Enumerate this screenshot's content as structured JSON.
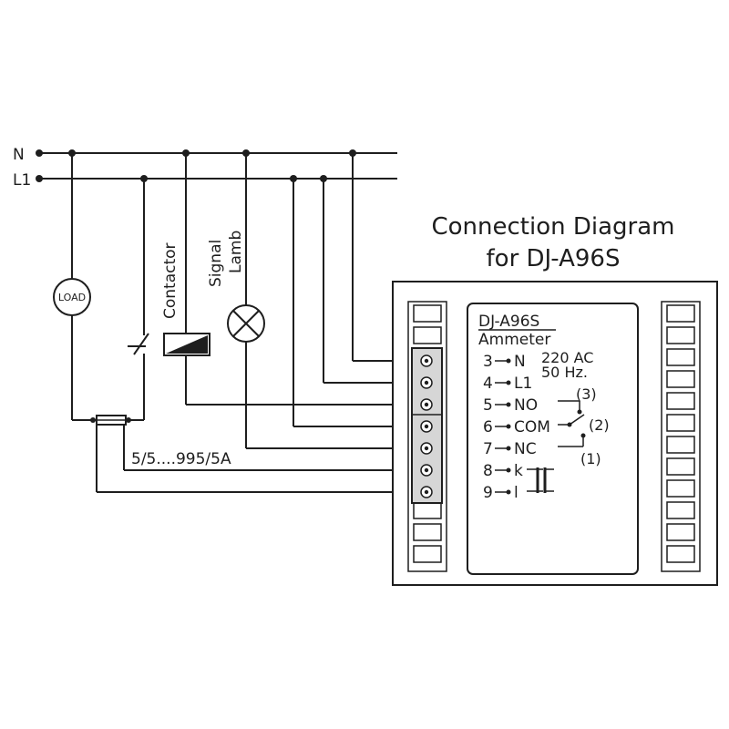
{
  "title": {
    "line1": "Connection Diagram",
    "line2": "for DJ-A96S"
  },
  "lines": {
    "n": "N",
    "l1": "L1"
  },
  "components": {
    "load": "LOAD",
    "contactor": "Contactor",
    "signal": "Signal",
    "lamb": "Lamb",
    "ct_ratio": "5/5....995/5A"
  },
  "device": {
    "model": "DJ-A96S",
    "type": "Ammeter",
    "supply_voltage": "220 AC",
    "supply_freq": "50 Hz.",
    "terminals": [
      {
        "num": "3",
        "name": "N"
      },
      {
        "num": "4",
        "name": "L1"
      },
      {
        "num": "5",
        "name": "NO"
      },
      {
        "num": "6",
        "name": "COM"
      },
      {
        "num": "7",
        "name": "NC"
      },
      {
        "num": "8",
        "name": "k"
      },
      {
        "num": "9",
        "name": "l"
      }
    ],
    "contact_marks": {
      "no": "(3)",
      "com": "(2)",
      "nc": "(1)"
    }
  },
  "colors": {
    "ink": "#1e1e1e",
    "background": "#ffffff",
    "terminal_block": "#d6d6d6"
  }
}
